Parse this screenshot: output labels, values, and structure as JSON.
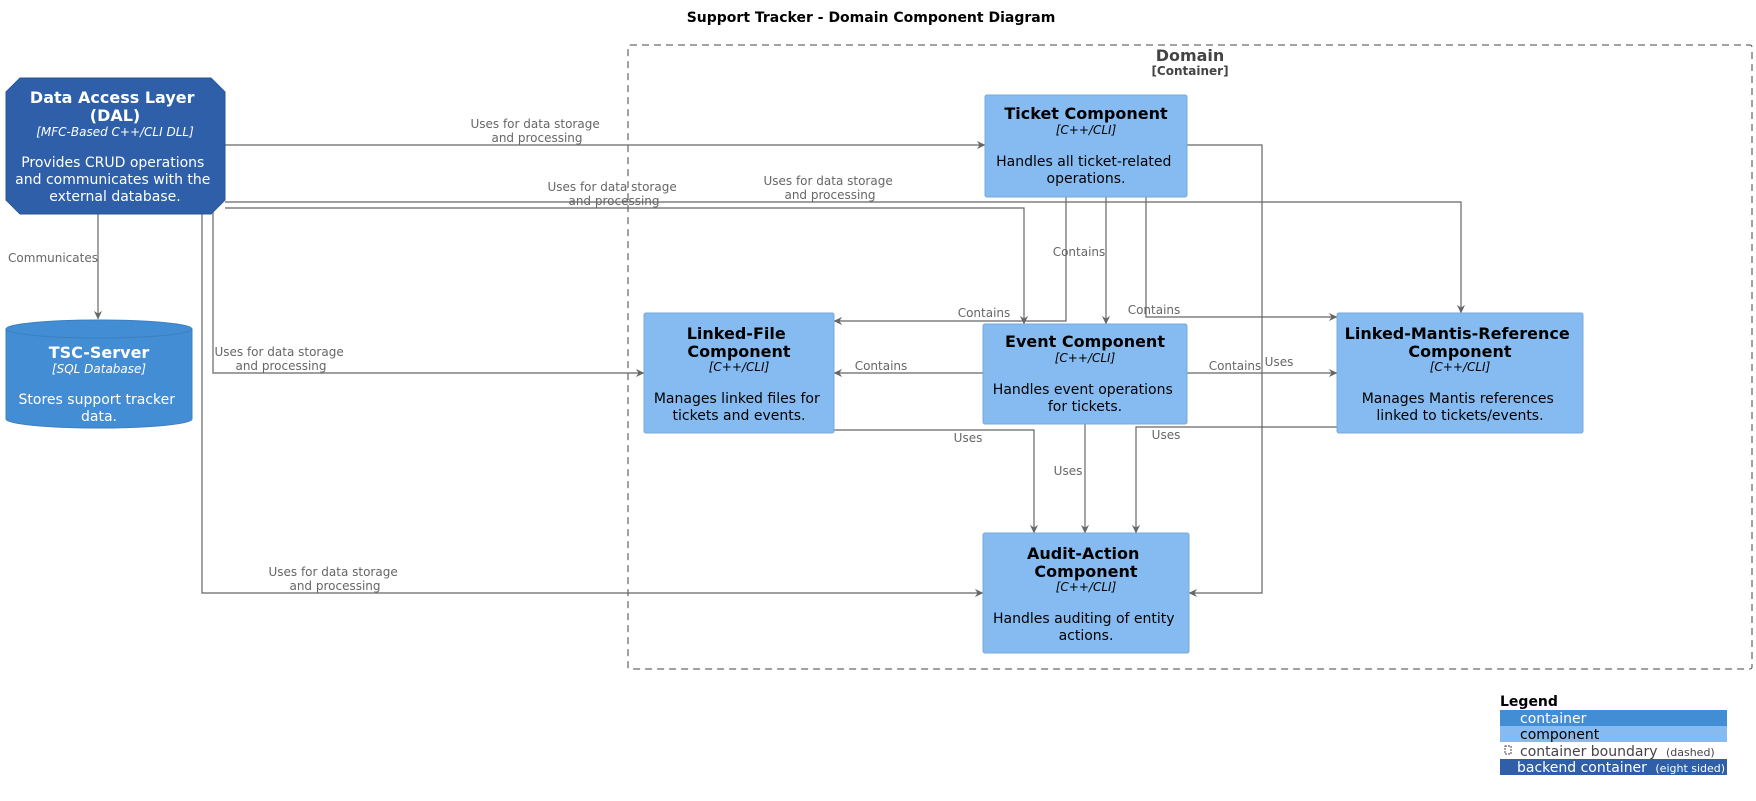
{
  "diagram": {
    "title": "Support Tracker - Domain Component Diagram",
    "boundary": {
      "name": "Domain",
      "type": "[Container]"
    },
    "nodes": {
      "dal": {
        "name_lines": [
          "Data Access Layer",
          "(DAL)"
        ],
        "tech": "[MFC-Based C++/CLI DLL]",
        "desc_lines": [
          "Provides CRUD operations",
          "and communicates with the",
          "external database."
        ]
      },
      "tsc": {
        "name_lines": [
          "TSC-Server"
        ],
        "tech": "[SQL Database]",
        "desc_lines": [
          "Stores support tracker",
          "data."
        ]
      },
      "ticket": {
        "name_lines": [
          "Ticket Component"
        ],
        "tech": "[C++/CLI]",
        "desc_lines": [
          "Handles all ticket-related",
          "operations."
        ]
      },
      "linkedfile": {
        "name_lines": [
          "Linked-File",
          "Component"
        ],
        "tech": "[C++/CLI]",
        "desc_lines": [
          "Manages linked files for",
          "tickets and events."
        ]
      },
      "event": {
        "name_lines": [
          "Event Component"
        ],
        "tech": "[C++/CLI]",
        "desc_lines": [
          "Handles event operations",
          "for tickets."
        ]
      },
      "mantis": {
        "name_lines": [
          "Linked-Mantis-Reference",
          "Component"
        ],
        "tech": "[C++/CLI]",
        "desc_lines": [
          "Manages Mantis references",
          "linked to tickets/events."
        ]
      },
      "audit": {
        "name_lines": [
          "Audit-Action",
          "Component"
        ],
        "tech": "[C++/CLI]",
        "desc_lines": [
          "Handles auditing of entity",
          "actions."
        ]
      }
    },
    "edges": [
      {
        "from": "dal",
        "to": "ticket",
        "label_lines": [
          "Uses for data storage",
          "and processing"
        ]
      },
      {
        "from": "dal",
        "to": "event",
        "label_lines": [
          "Uses for data storage",
          "and processing"
        ]
      },
      {
        "from": "dal",
        "to": "mantis",
        "label_lines": [
          "Uses for data storage",
          "and processing"
        ]
      },
      {
        "from": "dal",
        "to": "tsc",
        "label_lines": [
          "Communicates"
        ]
      },
      {
        "from": "dal",
        "to": "linkedfile",
        "label_lines": [
          "Uses for data storage",
          "and processing"
        ]
      },
      {
        "from": "dal",
        "to": "audit",
        "label_lines": [
          "Uses for data storage",
          "and processing"
        ]
      },
      {
        "from": "ticket",
        "to": "event",
        "label_lines": [
          "Contains"
        ]
      },
      {
        "from": "ticket",
        "to": "linkedfile",
        "label_lines": [
          "Contains"
        ]
      },
      {
        "from": "ticket",
        "to": "mantis",
        "label_lines": [
          "Contains"
        ]
      },
      {
        "from": "ticket",
        "to": "audit",
        "label_lines": [
          "Uses"
        ]
      },
      {
        "from": "event",
        "to": "linkedfile",
        "label_lines": [
          "Contains"
        ]
      },
      {
        "from": "event",
        "to": "mantis",
        "label_lines": [
          "Contains"
        ]
      },
      {
        "from": "event",
        "to": "audit",
        "label_lines": [
          "Uses"
        ]
      },
      {
        "from": "linkedfile",
        "to": "audit",
        "label_lines": [
          "Uses"
        ]
      },
      {
        "from": "mantis",
        "to": "audit",
        "label_lines": [
          "Uses"
        ]
      }
    ]
  },
  "legend": {
    "title": "Legend",
    "items": [
      {
        "label": "container",
        "note": "",
        "color": "#438dd5",
        "text_color": "#ffffff"
      },
      {
        "label": "component",
        "note": "",
        "color": "#85bbf0",
        "text_color": "#000000"
      },
      {
        "label": "container boundary",
        "note": "(dashed)",
        "color": "#ffffff",
        "text_color": "#444444"
      },
      {
        "label": "backend container",
        "note": "(eight sided)",
        "color": "#2e5fa8",
        "text_color": "#ffffff"
      }
    ]
  },
  "colors": {
    "container": "#438dd5",
    "component": "#85bbf0",
    "backend": "#2e5fa8",
    "edge": "#666666",
    "boundary": "#444444"
  }
}
